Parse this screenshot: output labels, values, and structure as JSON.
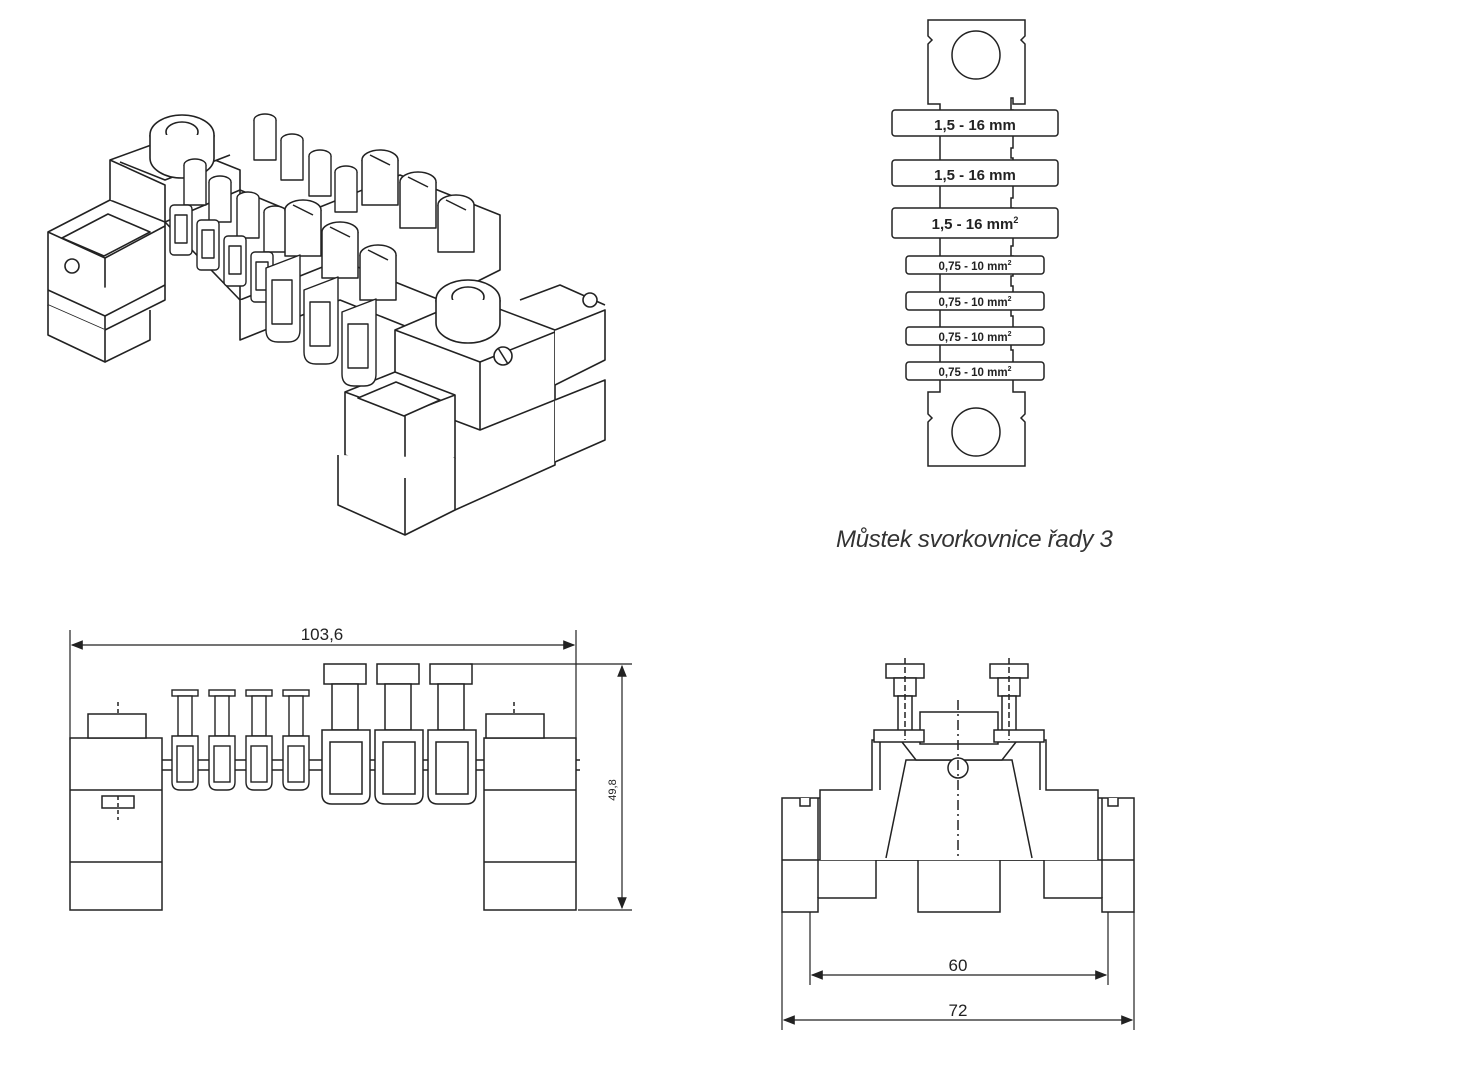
{
  "caption": "Můstek svorkovnice řady 3",
  "bridge_labels": {
    "large": [
      {
        "text": "1,5 - 16 mm",
        "sup": ""
      },
      {
        "text": "1,5 - 16 mm",
        "sup": ""
      },
      {
        "text": "1,5 - 16 mm",
        "sup": "2"
      }
    ],
    "small": [
      {
        "text": "0,75 - 10 mm",
        "sup": "2"
      },
      {
        "text": "0,75 - 10 mm",
        "sup": "2"
      },
      {
        "text": "0,75 - 10 mm",
        "sup": "2"
      },
      {
        "text": "0,75 - 10 mm",
        "sup": "2"
      }
    ]
  },
  "dimensions": {
    "front_width": "103,6",
    "front_height": "49,8",
    "side_inner_width": "60",
    "side_outer_width": "72"
  },
  "colors": {
    "line": "#222222",
    "caption": "#333333"
  }
}
